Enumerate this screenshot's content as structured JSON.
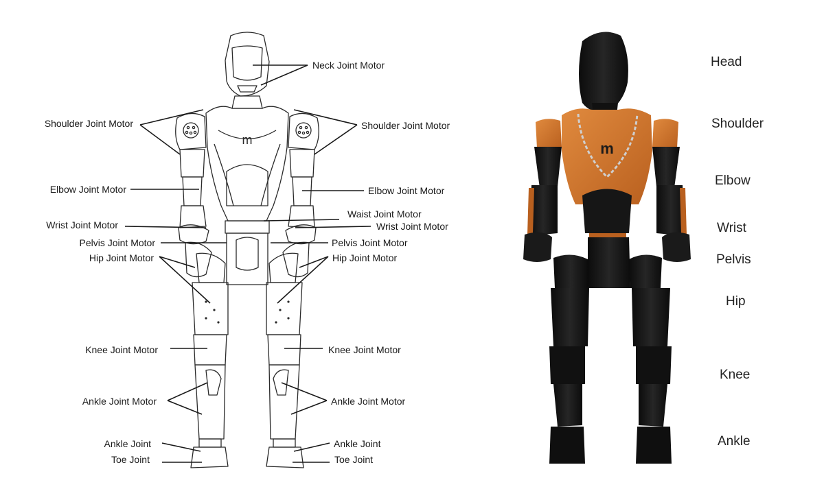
{
  "diagram": {
    "left_labels": {
      "shoulder": "Shoulder Joint Motor",
      "elbow": "Elbow Joint Motor",
      "wrist": "Wrist Joint Motor",
      "pelvis": "Pelvis Joint Motor",
      "hip": "Hip Joint Motor",
      "knee": "Knee Joint Motor",
      "ankle_motor": "Ankle Joint Motor",
      "ankle": "Ankle Joint",
      "toe": "Toe Joint"
    },
    "right_labels": {
      "neck": "Neck Joint Motor",
      "shoulder": "Shoulder Joint Motor",
      "elbow": "Elbow Joint Motor",
      "waist": "Waist Joint Motor",
      "wrist": "Wrist Joint Motor",
      "pelvis": "Pelvis Joint Motor",
      "hip": "Hip Joint Motor",
      "knee": "Knee Joint Motor",
      "ankle_motor": "Ankle Joint Motor",
      "ankle": "Ankle Joint",
      "toe": "Toe Joint"
    },
    "chest_logo": "m"
  },
  "body_parts": [
    "Head",
    "Shoulder",
    "Elbow",
    "Wrist",
    "Pelvis",
    "Hip",
    "Knee",
    "Ankle"
  ],
  "colors": {
    "robot_black": "#141414",
    "robot_orange": "#d9782f",
    "line": "#1a1a1a"
  }
}
